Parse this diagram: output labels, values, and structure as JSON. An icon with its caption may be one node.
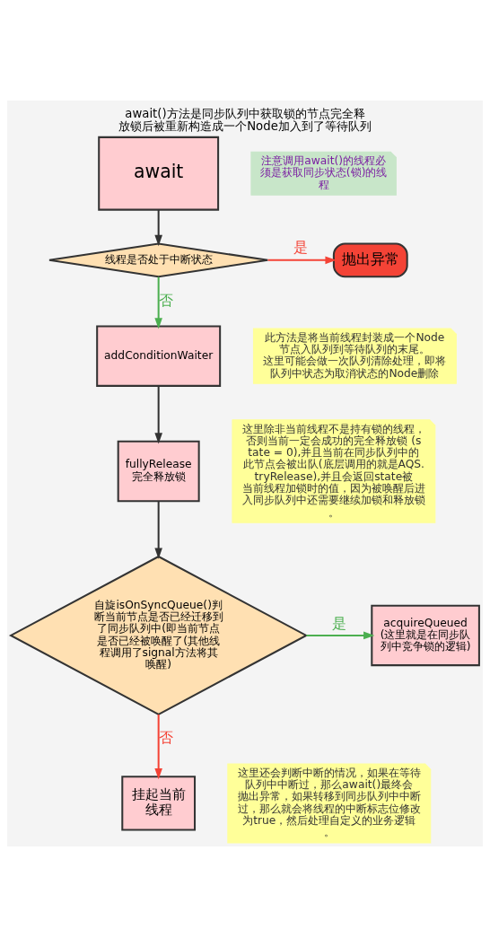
{
  "diagram": {
    "title": "await()方法是同步队列中获取锁的节点完全释放锁后被重新构造成一个Node加入到了等待队列",
    "nodes": [
      {
        "text": [
          "await"
        ]
      },
      {
        "text": [
          "注意调用await()的线程必须是获取同步状态(锁)的线程"
        ]
      },
      {
        "text": [
          "线程是否处于中断状态"
        ]
      },
      {
        "text": [
          "抛出异常"
        ]
      },
      {
        "text": [
          "addConditionWaiter"
        ]
      },
      {
        "text": [
          "此方法是将当前线程封装成一个Node节点入队列到等待队列的末尾。",
          "这里可能会做一次队列清除处理，即将队列中状态为取消状态的Node删除"
        ]
      },
      {
        "text": [
          "fullyRelease",
          "完全释放锁"
        ]
      },
      {
        "text": [
          "这里除非当前线程不是持有锁的线程，否则当前一定会成功的完全释放锁 (state = 0),并且当前在同步队列中的此节点会被出队(底层调用的就是AQS.tryRelease),并且会返回state被当前线程加锁时的值，因为被唤醒后进入同步队列中还需要继续加锁和释放锁。"
        ]
      },
      {
        "text": [
          "自旋isOnSyncQueue()判断当前节点是否已经迁移到了同步队列中(即当前节点是否已经被唤醒了(其他线程调用了signal方法将其唤醒)"
        ]
      },
      {
        "text": [
          "acquireQueued",
          "(这里就是在同步队列中竞争锁的逻辑)"
        ]
      },
      {
        "text": [
          "这里还会判断中断的情况，如果在等待队列中中断过，那么await()最终会抛出异常，如果转移到同步队列中中断过，那么就会将线程的中断标志位修改为true，然后处理自定义的业务逻辑。"
        ]
      },
      {
        "text": [
          "挂起当前线程"
        ]
      }
    ],
    "edges": [
      {
        "from": 0,
        "to": 2,
        "arrow": "to"
      },
      {
        "from": 2,
        "to": 3,
        "arrow": "to",
        "label": "是",
        "color": "#f44336"
      },
      {
        "from": 2,
        "to": 4,
        "arrow": "to",
        "label": "否",
        "color": "#4caf50"
      },
      {
        "from": 4,
        "to": 6,
        "arrow": "to"
      },
      {
        "from": 6,
        "to": 8,
        "arrow": "to"
      },
      {
        "from": 8,
        "to": 9,
        "arrow": "to",
        "label": "是",
        "color": "#4caf50"
      },
      {
        "from": 8,
        "to": 11,
        "arrow": "to",
        "label": "否",
        "color": "#f44336"
      }
    ]
  }
}
